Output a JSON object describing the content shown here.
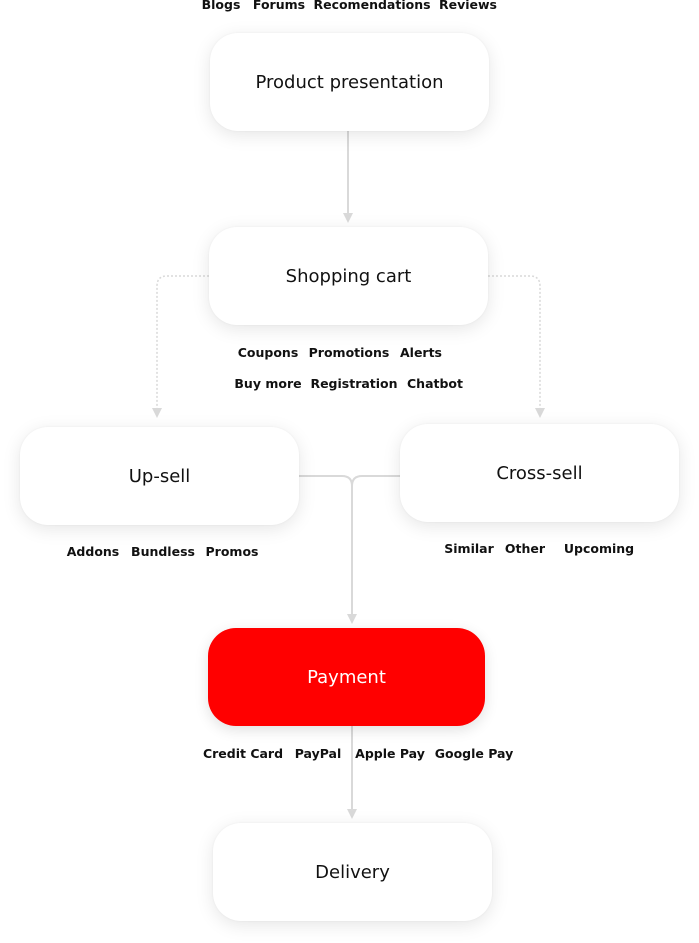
{
  "colors": {
    "accent": "#ff0000",
    "connector": "#d9d9d9",
    "card": "#ffffff"
  },
  "top_tags": [
    "Blogs",
    "Forums",
    "Recomendations",
    "Reviews"
  ],
  "nodes": {
    "product_presentation": "Product presentation",
    "shopping_cart": "Shopping cart",
    "upsell": "Up-sell",
    "crosssell": "Cross-sell",
    "payment": "Payment",
    "delivery": "Delivery"
  },
  "cart_tags_row1": [
    "Coupons",
    "Promotions",
    "Alerts"
  ],
  "cart_tags_row2": [
    "Buy more",
    "Registration",
    "Chatbot"
  ],
  "upsell_tags": [
    "Addons",
    "Bundless",
    "Promos"
  ],
  "crosssell_tags": [
    "Similar",
    "Other",
    "Upcoming"
  ],
  "payment_tags": [
    "Credit Card",
    "PayPal",
    "Apple Pay",
    "Google Pay"
  ]
}
